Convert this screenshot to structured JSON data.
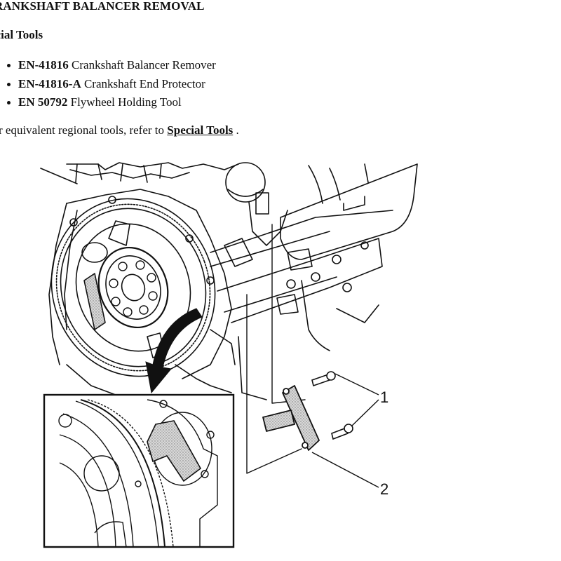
{
  "document": {
    "title": "RANKSHAFT BALANCER REMOVAL",
    "section_heading": "ecial Tools",
    "tools": [
      {
        "code": "EN-41816",
        "description": "Crankshaft Balancer Remover"
      },
      {
        "code": "EN-41816-A",
        "description": "Crankshaft End Protector"
      },
      {
        "code": "EN 50792",
        "description": "Flywheel Holding Tool"
      }
    ],
    "note": {
      "prefix": "r equivalent regional tools, refer to ",
      "link_label": "Special Tools",
      "suffix": " ."
    }
  },
  "figure": {
    "description": "Engine rear view with flywheel holding tool installation, inset detail of tool engaging flywheel ring gear",
    "callouts": [
      {
        "number": "1",
        "target": "bolts"
      },
      {
        "number": "2",
        "target": "flywheel-holding-tool"
      }
    ],
    "icons": {
      "rotation_arrow": "curved-arrow-down",
      "inset_frame": "detail-inset"
    }
  }
}
